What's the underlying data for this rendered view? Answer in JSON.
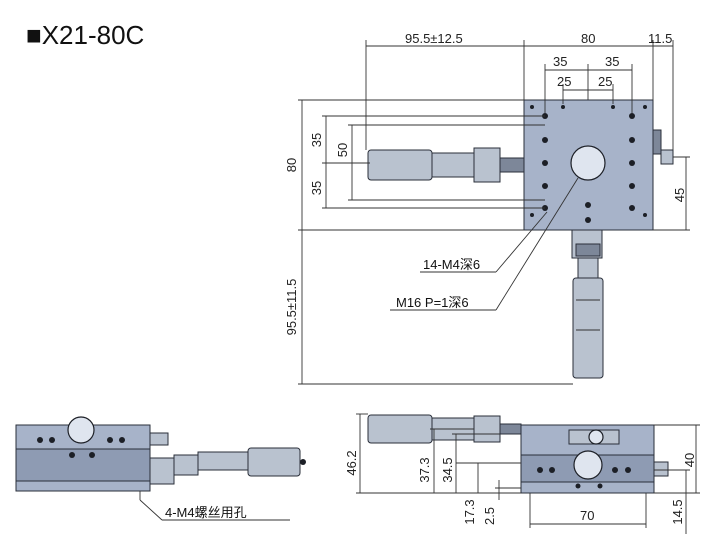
{
  "title": "■X21-80C",
  "top_view": {
    "dims": {
      "travel_width": "95.5±12.5",
      "width": "80",
      "knob_offset": "11.5",
      "half_35_left": "35",
      "half_35_right": "35",
      "hole_25_left": "25",
      "hole_25_right": "25",
      "height": "80",
      "upper_35": "35",
      "lower_35": "35",
      "span_50": "50",
      "side_45": "45",
      "travel_height": "95.5±11.5"
    },
    "callouts": {
      "tapped_holes": "14-M4深6",
      "center_thread": "M16 P=1深6"
    }
  },
  "side_view": {
    "callout": "4-M4螺丝用孔"
  },
  "front_view": {
    "dims": {
      "total_height": "46.2",
      "axis_height_1": "37.3",
      "axis_height_2": "34.5",
      "base_17_3": "17.3",
      "base_2_5": "2.5",
      "base_width": "70",
      "stage_height": "40",
      "base_14_5": "14.5"
    }
  }
}
